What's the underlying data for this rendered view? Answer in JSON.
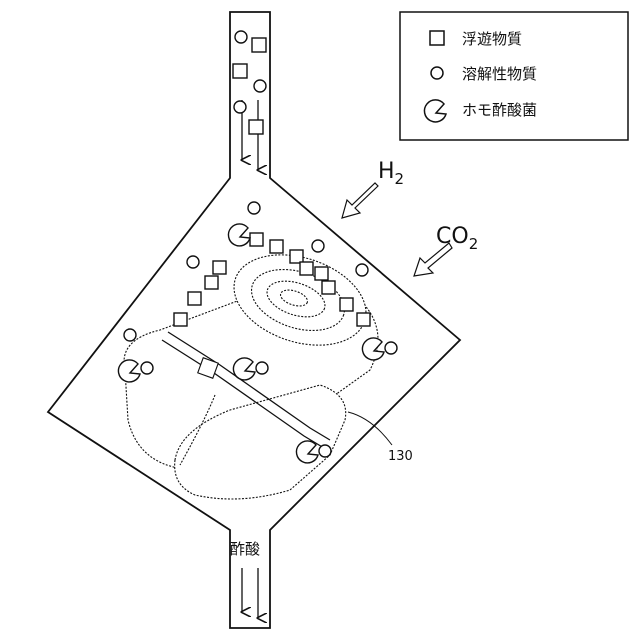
{
  "legend": {
    "items": [
      {
        "symbol": "square",
        "label": "浮遊物質"
      },
      {
        "symbol": "circle",
        "label": "溶解性物質"
      },
      {
        "symbol": "pacman",
        "label": "ホモ酢酸菌"
      }
    ]
  },
  "gas_labels": {
    "h2": {
      "main": "H",
      "sub": "2"
    },
    "co2": {
      "main": "CO",
      "sub": "2"
    }
  },
  "reference_number": "130",
  "outlet_label": "酢酸",
  "colors": {
    "stroke": "#111111",
    "fill": "#ffffff"
  }
}
